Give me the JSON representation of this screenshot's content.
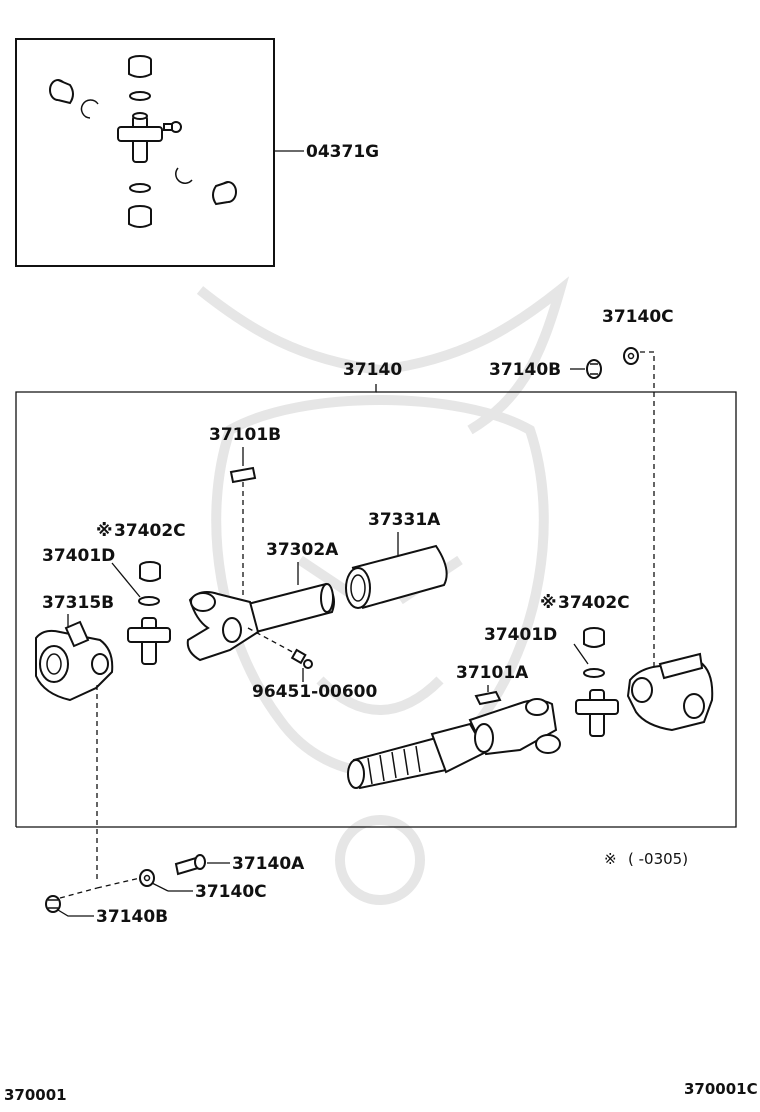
{
  "diagram": {
    "labels": {
      "kit": "04371G",
      "assembly": "37140",
      "bolt_a": "37140A",
      "bolt_b_top": "37140B",
      "bolt_b_bottom": "37140B",
      "nut_c_top": "37140C",
      "nut_c_bottom": "37140C",
      "weight_b": "37101B",
      "weight_a": "37101A",
      "tube": "37302A",
      "boot": "37331A",
      "bearing_left": "37402C",
      "bearing_right": "37402C",
      "snap_left": "37401D",
      "snap_right": "37401D",
      "flange": "37315B",
      "grease_fitting": "96451-00600"
    },
    "mark": "※",
    "note": "(        -0305)",
    "footer_left": "370001",
    "footer_right": "370001C"
  }
}
